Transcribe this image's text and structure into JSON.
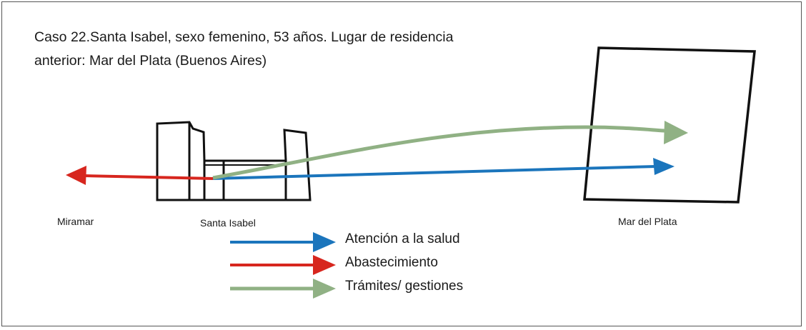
{
  "title": {
    "line1": "Caso 22.Santa Isabel, sexo femenino, 53  años. Lugar de residencia",
    "line2": "anterior: Mar del Plata (Buenos Aires)"
  },
  "places": {
    "miramar": "Miramar",
    "santa_isabel": "Santa Isabel",
    "mar_del_plata": "Mar del Plata"
  },
  "legend": [
    {
      "label": "Atención a la salud",
      "color": "#1b75bc"
    },
    {
      "label": "Abastecimiento",
      "color": "#d7261e"
    },
    {
      "label": "Trámites/ gestiones",
      "color": "#90b184"
    }
  ],
  "colors": {
    "outline": "#111111",
    "health": "#1b75bc",
    "supply": "#d7261e",
    "procedures": "#90b184"
  }
}
